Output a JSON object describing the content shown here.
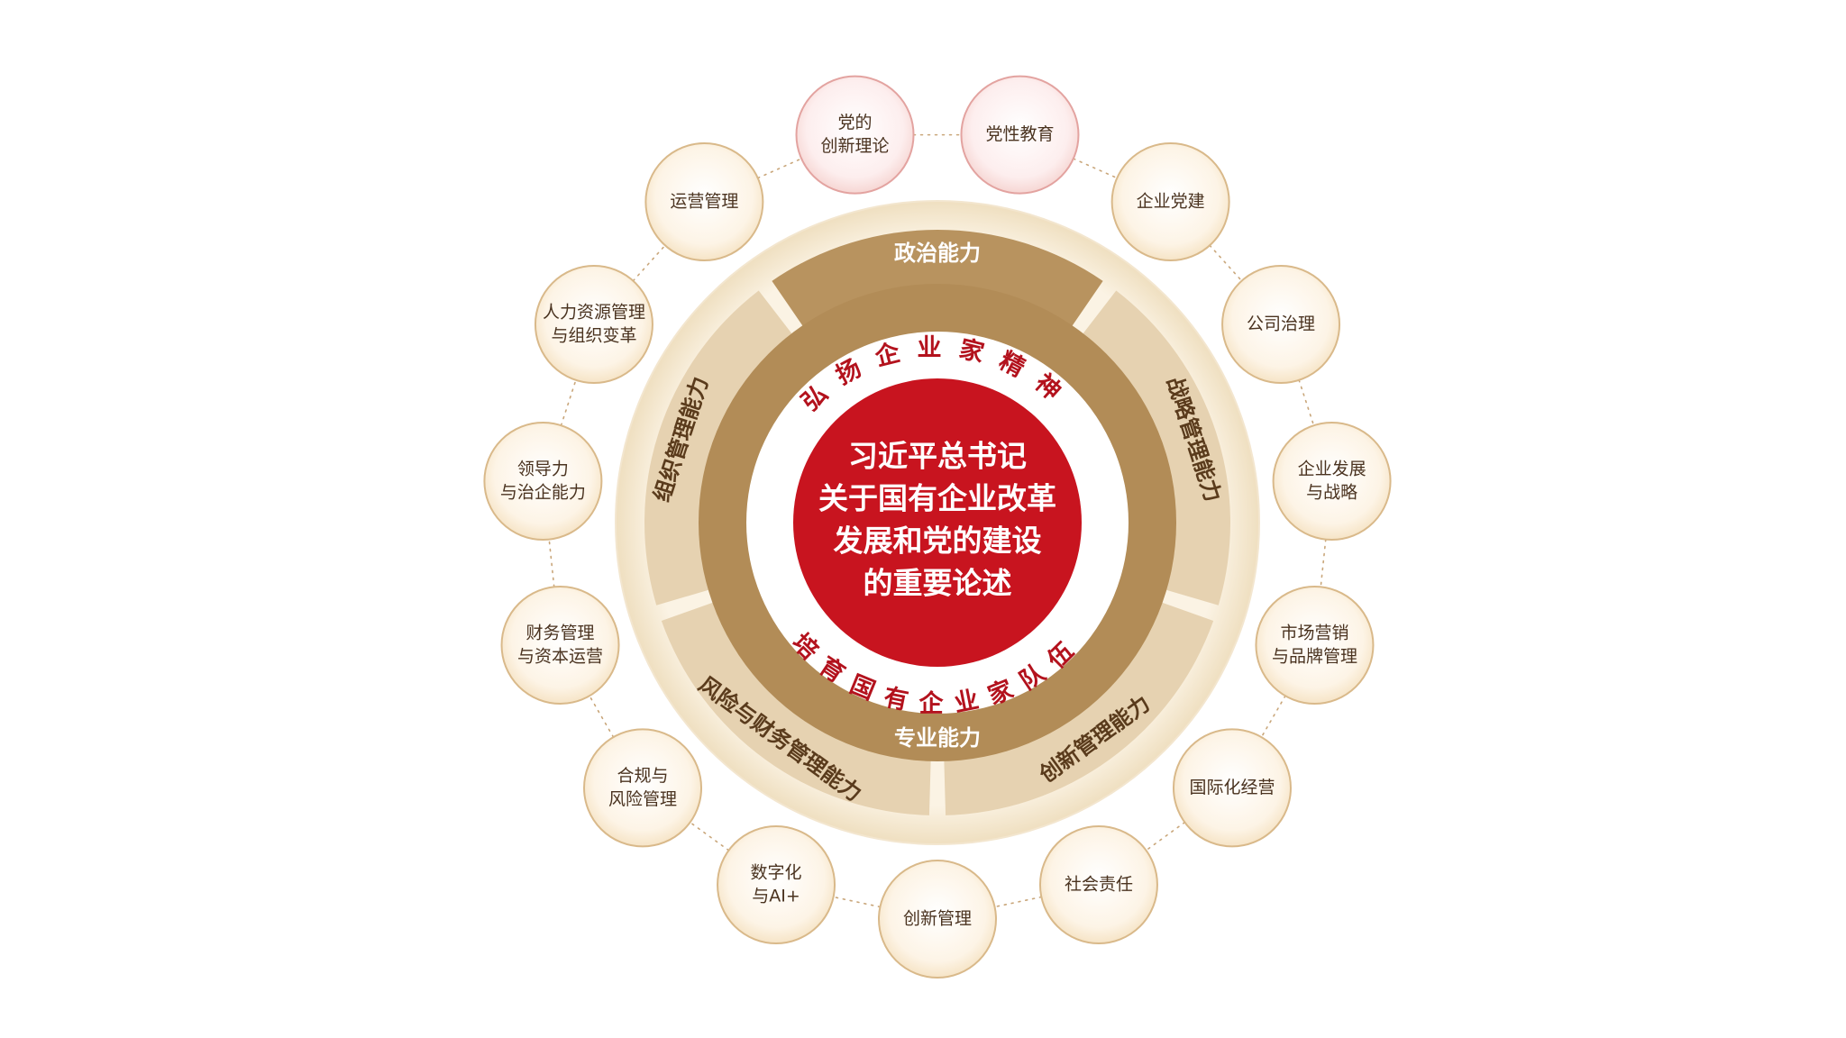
{
  "colors": {
    "outer_ring": "#f3e6cf",
    "segment_dark": "#b8935f",
    "segment_light": "#e6d2b1",
    "inner_ring": "#b28c57",
    "center_red": "#c8141f",
    "accent_red": "#b3121d",
    "node_border": "#d9b98a",
    "node_border_red": "#e3a3a0",
    "text_dark": "#4a3320",
    "text_brown": "#5a3b1c"
  },
  "center": {
    "lines": [
      "习近平总书记",
      "关于国有企业改革",
      "发展和党的建设",
      "的重要论述"
    ]
  },
  "arc_texts": {
    "top": "弘扬企业家精神",
    "bottom": "培育国有企业家队伍"
  },
  "segments": {
    "top": "政治能力",
    "left": "组织管理能力",
    "right": "战略管理能力",
    "bottom_left": "风险与财务管理能力",
    "bottom_right": "创新管理能力",
    "bottom_center": "专业能力"
  },
  "nodes": [
    {
      "lines": [
        "党的",
        "创新理论"
      ],
      "highlight": true
    },
    {
      "lines": [
        "党性教育"
      ],
      "highlight": true
    },
    {
      "lines": [
        "企业党建"
      ],
      "highlight": false
    },
    {
      "lines": [
        "公司治理"
      ],
      "highlight": false
    },
    {
      "lines": [
        "企业发展",
        "与战略"
      ],
      "highlight": false
    },
    {
      "lines": [
        "市场营销",
        "与品牌管理"
      ],
      "highlight": false
    },
    {
      "lines": [
        "国际化经营"
      ],
      "highlight": false
    },
    {
      "lines": [
        "社会责任"
      ],
      "highlight": false
    },
    {
      "lines": [
        "创新管理"
      ],
      "highlight": false
    },
    {
      "lines": [
        "数字化",
        "与AI+"
      ],
      "highlight": false
    },
    {
      "lines": [
        "合规与",
        "风险管理"
      ],
      "highlight": false
    },
    {
      "lines": [
        "财务管理",
        "与资本运营"
      ],
      "highlight": false
    },
    {
      "lines": [
        "领导力",
        "与治企能力"
      ],
      "highlight": false
    },
    {
      "lines": [
        "人力资源管理",
        "与组织变革"
      ],
      "highlight": false
    },
    {
      "lines": [
        "运营管理"
      ],
      "highlight": false
    }
  ]
}
